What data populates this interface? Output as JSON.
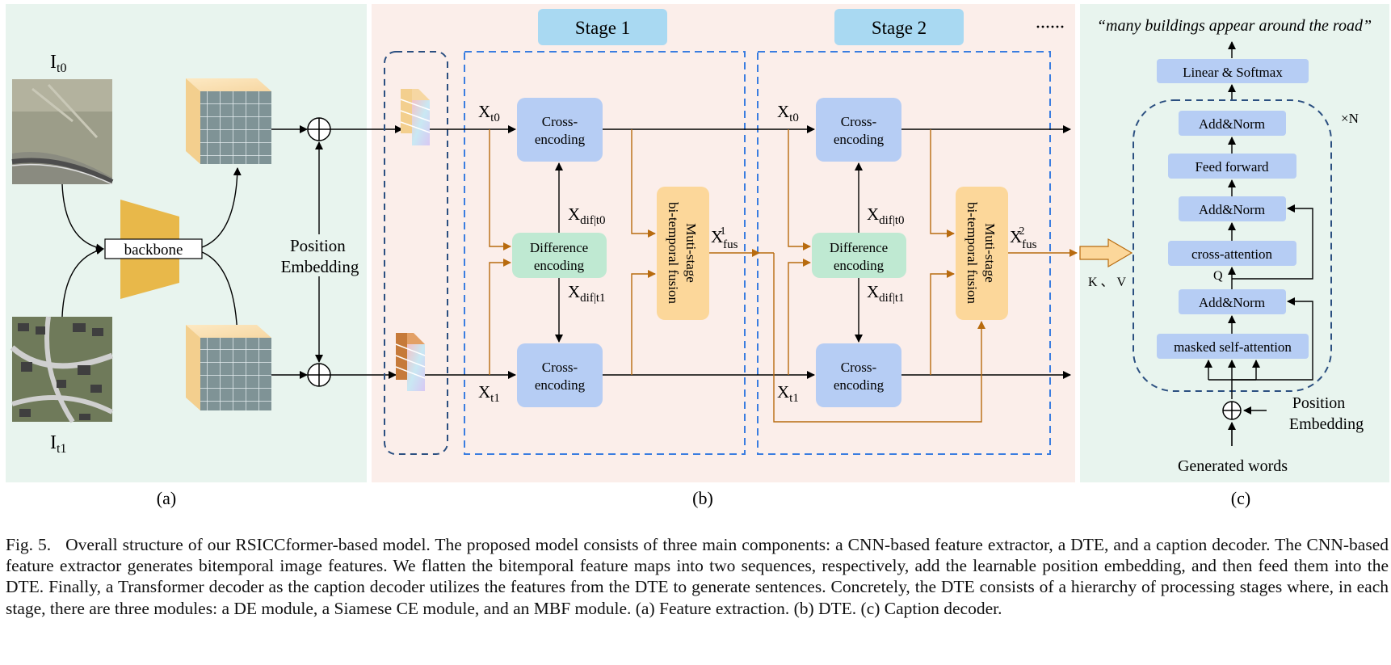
{
  "panel_a": {
    "image_t0_label": "I",
    "image_t0_sub": "t0",
    "image_t1_label": "I",
    "image_t1_sub": "t1",
    "backbone_label": "backbone",
    "position_embedding_line1": "Position",
    "position_embedding_line2": "Embedding",
    "panel_label": "(a)"
  },
  "panel_b": {
    "stage1_label": "Stage 1",
    "stage2_label": "Stage 2",
    "cross_encoding_line1": "Cross-",
    "cross_encoding_line2": "encoding",
    "difference_encoding_line1": "Difference",
    "difference_encoding_line2": "encoding",
    "mbf_line1": "Muti-stage",
    "mbf_line2": "bi-temporal fusion",
    "x_letter": "X",
    "sub_t0": "t0",
    "sub_t1": "t1",
    "sub_dif_t0": "dif|t0",
    "sub_dif_t1": "dif|t1",
    "sub_fus": "fus",
    "sup_1": "1",
    "sup_2": "2",
    "panel_label": "(b)"
  },
  "panel_c": {
    "top_dots": "······",
    "output_sentence": "“many buildings appear around the road”",
    "linear_softmax": "Linear & Softmax",
    "add_norm": "Add&Norm",
    "feed_forward": "Feed forward",
    "cross_attention": "cross-attention",
    "masked_self_attention": "masked self-attention",
    "repeat_label": "×N",
    "q_label": "Q",
    "kv_label": "K 、 V",
    "position_embedding_line1": "Position",
    "position_embedding_line2": "Embedding",
    "generated_words": "Generated words",
    "panel_label": "(c)"
  },
  "caption": {
    "figure_number": "Fig. 5.",
    "text": "Overall structure of our RSICCformer-based model. The proposed model consists of three main components: a CNN-based feature extractor, a DTE, and a caption decoder. The CNN-based feature extractor generates bitemporal image features. We flatten the bitemporal feature maps into two sequences, respectively, add the learnable position embedding, and then feed them into the DTE. Finally, a Transformer decoder as the caption decoder utilizes the features from the DTE to generate sentences. Concretely, the DTE consists of a hierarchy of processing stages where, in each stage, there are three modules: a DE module, a Siamese CE module, and an MBF module. (a) Feature extraction. (b) DTE. (c) Caption decoder."
  },
  "colors": {
    "panel_a_bg": "#e8f4ee",
    "panel_b_bg": "#fbeeea",
    "panel_c_bg": "#e8f4ee",
    "stage_box_fill": "#a9d9f2",
    "encoding_fill": "#b6cdf4",
    "difference_fill": "#bfe9d2",
    "fusion_fill": "#fcd79a",
    "decoder_block_fill": "#b6cdf4",
    "dashed_blue": "#3a7de0",
    "dashed_dark": "#2b4f80",
    "orange_arrow": "#b86b0f",
    "backbone_fill": "#e8b84a"
  }
}
